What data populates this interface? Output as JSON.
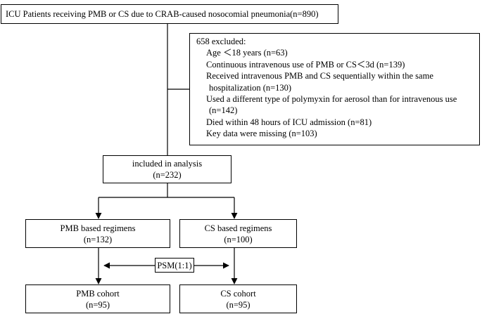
{
  "top": {
    "text": "ICU Patients receiving PMB or CS due to CRAB-caused nosocomial pneumonia(n=890)"
  },
  "exclusion": {
    "title": "658 excluded:",
    "items": [
      {
        "line1": "Age ＜18 years (n=63)",
        "line2": ""
      },
      {
        "line1": "Continuous intravenous use of PMB or CS＜3d (n=139)",
        "line2": ""
      },
      {
        "line1": "Received intravenous PMB and CS sequentially within the same",
        "line2": "hospitalization (n=130)"
      },
      {
        "line1": "Used a different type of polymyxin for aerosol than for intravenous use",
        "line2": "(n=142)"
      },
      {
        "line1": "Died within 48 hours of ICU admission (n=81)",
        "line2": ""
      },
      {
        "line1": "Key data were missing (n=103)",
        "line2": ""
      }
    ]
  },
  "analysis": {
    "label": "included in analysis",
    "n": "(n=232)"
  },
  "pmb_regimen": {
    "label": "PMB based regimens",
    "n": "(n=132)"
  },
  "cs_regimen": {
    "label": "CS based regimens",
    "n": "(n=100)"
  },
  "psm": {
    "label": "PSM(1:1)"
  },
  "pmb_cohort": {
    "label": "PMB cohort",
    "n": "(n=95)"
  },
  "cs_cohort": {
    "label": "CS cohort",
    "n": "(n=95)"
  }
}
